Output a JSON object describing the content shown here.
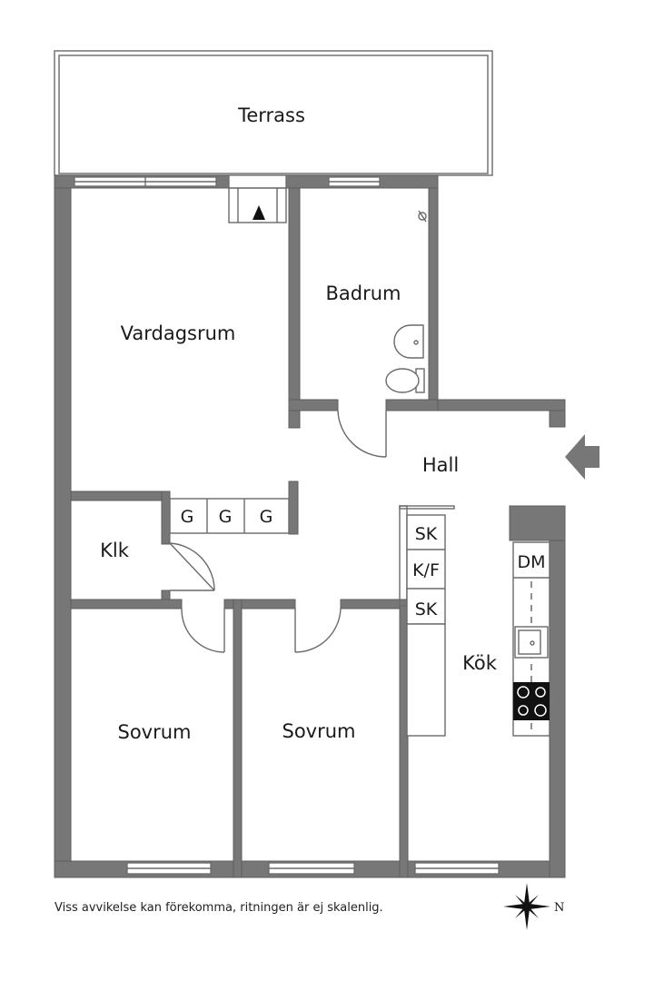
{
  "rooms": {
    "terrace": "Terrass",
    "living_room": "Vardagsrum",
    "bathroom": "Badrum",
    "hall": "Hall",
    "closet": "Klk",
    "bedroom_left": "Sovrum",
    "bedroom_right": "Sovrum",
    "kitchen": "Kök"
  },
  "fixtures": {
    "wardrobes": [
      "G",
      "G",
      "G"
    ],
    "kitchen_cabinets": [
      "SK",
      "K/F",
      "SK"
    ],
    "dishwasher": "DM"
  },
  "compass": {
    "north_label": "N"
  },
  "disclaimer": "Viss avvikelse kan förekomma, ritningen är ej skalenlig.",
  "colors": {
    "wall": "#777777",
    "background": "#ffffff",
    "text": "#1a1a1a"
  }
}
